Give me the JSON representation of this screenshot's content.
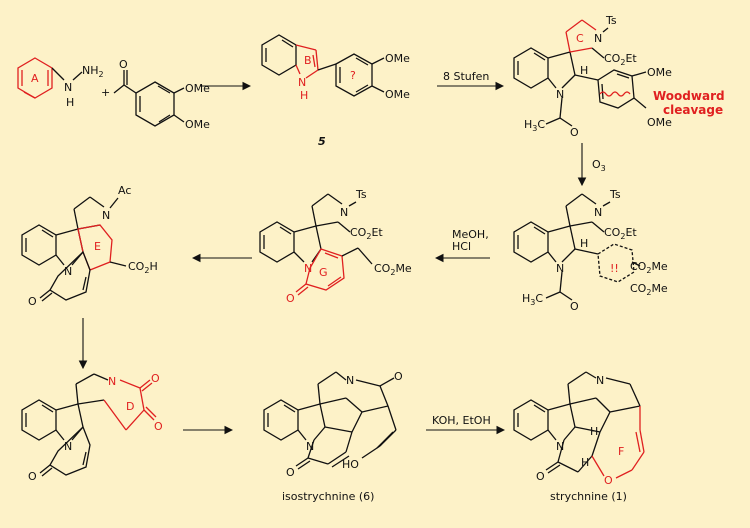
{
  "colors": {
    "background": "#fdf2c8",
    "ink": "#111111",
    "highlight": "#e02020"
  },
  "labels": {
    "ringA": "A",
    "nh2": "NH",
    "nh2_sub": "2",
    "nh_n": "N",
    "nh_h": "H",
    "plus": "+",
    "ome": "OMe",
    "ringB": "B",
    "ringQ": "?",
    "n_indole": "N",
    "h_indole": "H",
    "compound5": "5",
    "ringC": "C",
    "ts": "Ts",
    "n": "N",
    "co2et": "CO",
    "co2et_sub": "2",
    "co2et_tail": "Et",
    "h": "H",
    "h3c": "H",
    "h3c_sub": "3",
    "h3c_tail": "C",
    "o": "O",
    "woodward1": "Woodward",
    "woodward2": "cleavage",
    "o3": "O",
    "o3_sub": "3",
    "bang": "!!",
    "co2me": "CO",
    "co2me_sub": "2",
    "co2me_tail": "Me",
    "ringE": "E",
    "ringG": "G",
    "ringD": "D",
    "ringF": "F",
    "ac": "Ac",
    "co2h": "CO",
    "co2h_sub": "2",
    "co2h_tail": "H",
    "ho": "HO",
    "isostrychnine": "isostrychnine (6)",
    "strychnine": "strychnine (1)"
  },
  "steps": {
    "s1": "8 Stufen",
    "s3a": "MeOH,",
    "s3b": "HCl",
    "s6": "KOH, EtOH"
  }
}
